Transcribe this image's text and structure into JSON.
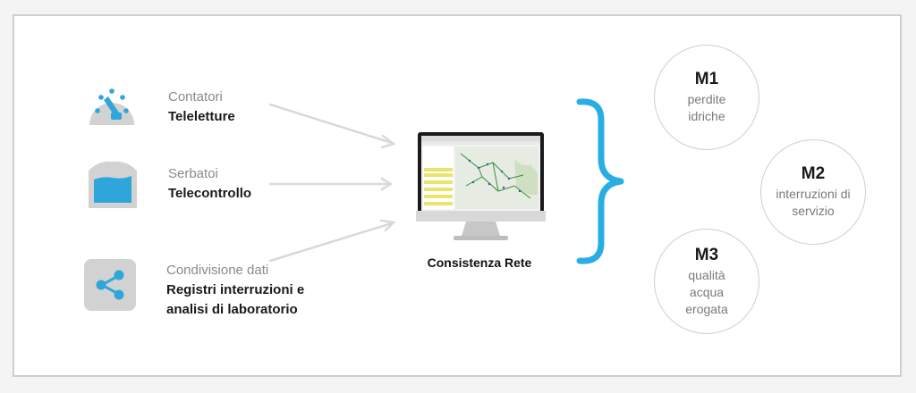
{
  "sources": [
    {
      "kind": "Contatori",
      "name": "Teleletture",
      "icon": "gauge-meter-icon"
    },
    {
      "kind": "Serbatoi",
      "name": "Telecontrollo",
      "icon": "water-tank-icon"
    },
    {
      "kind": "Condivisione dati",
      "name_line1": "Registri interruzioni e",
      "name_line2": "analisi di laboratorio",
      "icon": "share-icon"
    }
  ],
  "center": {
    "label": "Consistenza Rete"
  },
  "metrics": [
    {
      "code": "M1",
      "desc": "perdite idriche"
    },
    {
      "code": "M2",
      "desc": "interruzioni di servizio"
    },
    {
      "code": "M3",
      "desc": "qualità acqua erogata"
    }
  ],
  "colors": {
    "accent": "#29aee3",
    "icon_bg": "#d2d2d2",
    "icon_fg": "#2ea6d9",
    "arrow": "#d9d9d9",
    "circle_border": "#cfcfcf"
  }
}
